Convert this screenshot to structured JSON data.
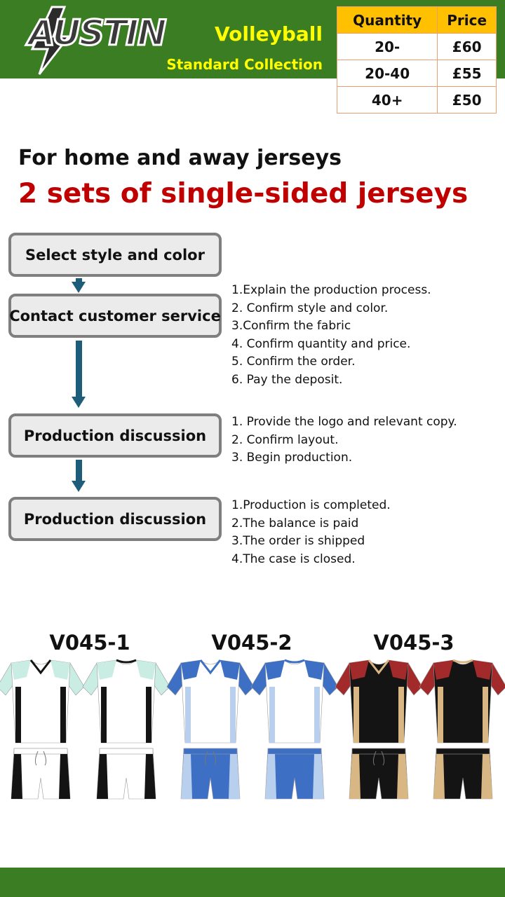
{
  "brand": {
    "logo_text": "AUSTIN"
  },
  "header": {
    "title": "Volleyball",
    "subtitle": "Standard Collection"
  },
  "price_table": {
    "headers": [
      "Quantity",
      "Price"
    ],
    "rows": [
      {
        "quantity": "20-",
        "price": "£60"
      },
      {
        "quantity": "20-40",
        "price": "£55"
      },
      {
        "quantity": "40+",
        "price": "£50"
      }
    ]
  },
  "headline": {
    "line1": "For home and away jerseys",
    "line2": "2 sets of single-sided jerseys"
  },
  "steps": [
    {
      "label": "Select style and color",
      "notes": []
    },
    {
      "label": "Contact customer service",
      "notes": [
        "1.Explain the production process.",
        "2. Confirm style and color.",
        "3.Confirm the fabric",
        "4. Confirm quantity and price.",
        "5. Confirm the order.",
        "6. Pay the deposit."
      ]
    },
    {
      "label": "Production discussion",
      "notes": [
        "1. Provide the logo and relevant copy.",
        "2. Confirm layout.",
        "3. Begin production."
      ]
    },
    {
      "label": "Production discussion",
      "notes": [
        "1.Production is completed.",
        "2.The balance is paid",
        "3.The order is shipped",
        "4.The case is closed."
      ]
    }
  ],
  "products": [
    {
      "code": "V045-1",
      "colors": {
        "accent": "#c9ede2",
        "body": "#ffffff",
        "side": "#141414",
        "shorts": "#ffffff",
        "short_side": "#141414",
        "collar": "#141414"
      }
    },
    {
      "code": "V045-2",
      "colors": {
        "accent": "#3d6fc4",
        "body": "#ffffff",
        "side": "#b8d0ee",
        "shorts": "#3d6fc4",
        "short_side": "#b8d0ee",
        "collar": "#3d6fc4"
      }
    },
    {
      "code": "V045-3",
      "colors": {
        "accent": "#a32a2a",
        "body": "#141414",
        "side": "#d8b785",
        "shorts": "#141414",
        "short_side": "#d8b785",
        "collar": "#d8b785"
      }
    }
  ],
  "theme": {
    "header_green": "#3b7d23",
    "title_yellow": "#ffff00",
    "table_header": "#ffc000",
    "headline_red": "#c00000",
    "arrow_blue": "#1d5d7a"
  }
}
